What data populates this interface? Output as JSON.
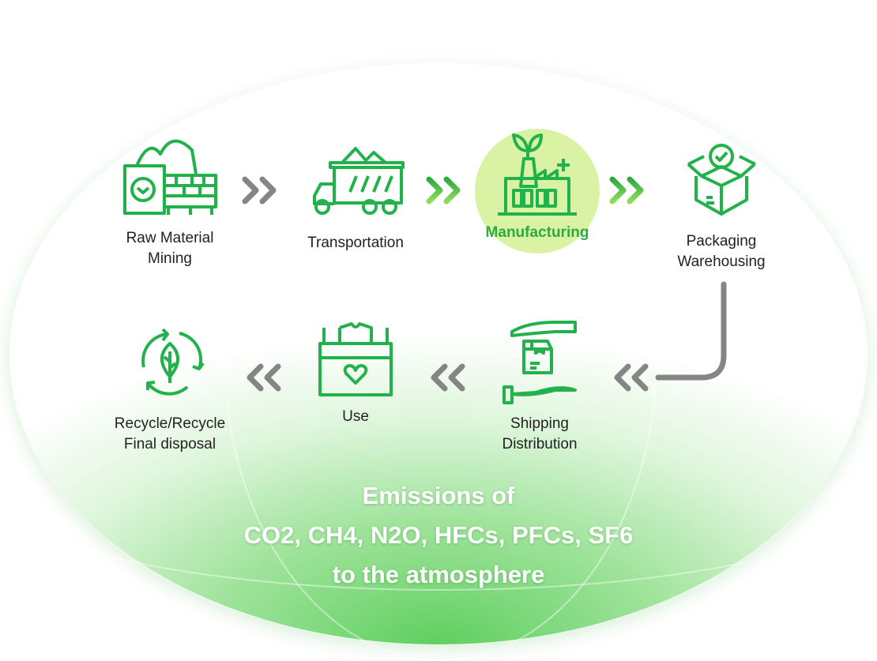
{
  "steps": [
    {
      "label": "Raw Material\nMining",
      "icon": "raw-material-icon"
    },
    {
      "label": "Transportation",
      "icon": "truck-icon"
    },
    {
      "label": "Manufacturing",
      "icon": "factory-icon",
      "active": true
    },
    {
      "label": "Packaging\nWarehousing",
      "icon": "box-check-icon"
    },
    {
      "label": "Shipping\nDistribution",
      "icon": "hands-box-icon"
    },
    {
      "label": "Use",
      "icon": "shirt-box-icon"
    },
    {
      "label": "Recycle/Recycle\nFinal disposal",
      "icon": "recycle-leaf-icon"
    }
  ],
  "emissions": {
    "line1": "Emissions of",
    "line2": "CO2, CH4, N2O, HFCs, PFCs, SF6",
    "line3": "to the atmosphere"
  },
  "colors": {
    "icon": "#22b24c",
    "active_text": "#2eaa3e",
    "highlight": "#d9f2a3",
    "arrow_gray": "#858585"
  }
}
